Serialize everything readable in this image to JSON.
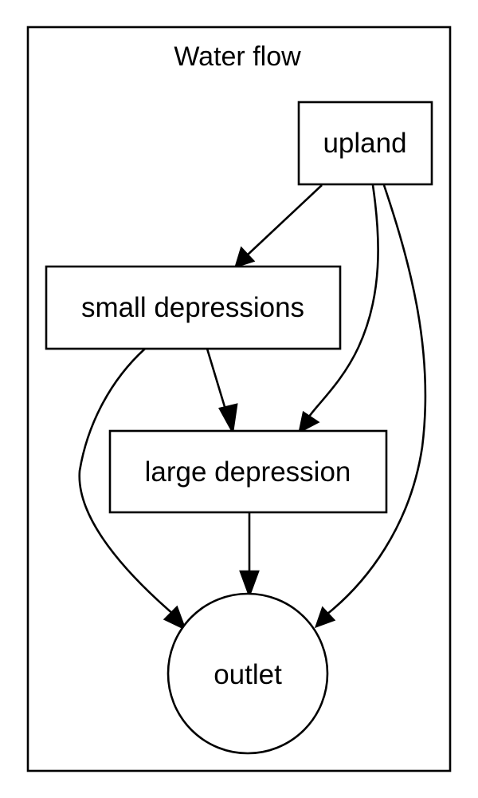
{
  "diagram": {
    "cluster": {
      "title": "Water flow"
    },
    "nodes": {
      "upland": {
        "label": "upland",
        "shape": "box"
      },
      "small_depressions": {
        "label": "small depressions",
        "shape": "box"
      },
      "large_depression": {
        "label": "large depression",
        "shape": "box"
      },
      "outlet": {
        "label": "outlet",
        "shape": "circle"
      }
    },
    "edges": [
      {
        "from": "upland",
        "to": "small depressions"
      },
      {
        "from": "upland",
        "to": "large depression"
      },
      {
        "from": "upland",
        "to": "outlet"
      },
      {
        "from": "small depressions",
        "to": "large depression"
      },
      {
        "from": "small depressions",
        "to": "outlet"
      },
      {
        "from": "large depression",
        "to": "outlet"
      }
    ],
    "colors": {
      "stroke": "#000000",
      "fill": "#ffffff",
      "background": "#ffffff"
    }
  }
}
